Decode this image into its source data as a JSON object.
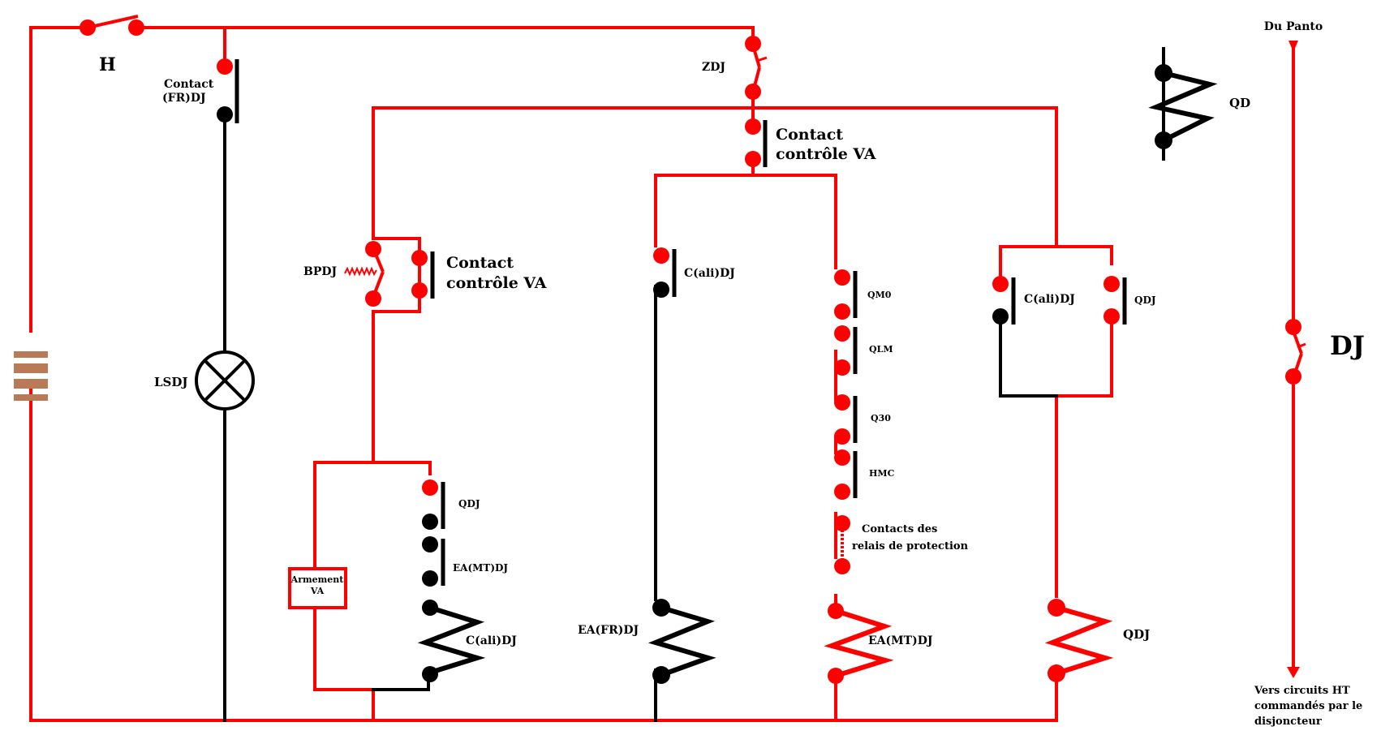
{
  "diagram": {
    "colors": {
      "live": "#ff0000",
      "neutral": "#000000",
      "battery": "#b97a57",
      "background": "#ffffff"
    },
    "labels": {
      "h": "H",
      "contact_fr_line1": "Contact",
      "contact_fr_line2": "(FR)DJ",
      "zdj": "ZDJ",
      "cva_top_line1": "Contact",
      "cva_top_line2": "contrôle VA",
      "qd": "QD",
      "du_panto": "Du Panto",
      "bpdj": "BPDJ",
      "cva_left_line1": "Contact",
      "cva_left_line2": "contrôle VA",
      "cali_mid": "C(ali)DJ",
      "qm0": "QM0",
      "qlm": "QLM",
      "q30": "Q30",
      "hmc": "HMC",
      "protection_line1": "Contacts des",
      "protection_line2": "relais de protection",
      "cali_right": "C(ali)DJ",
      "qdj_right_contact": "QDJ",
      "dj": "DJ",
      "lsdj": "LSDJ",
      "qdj_left": "QDJ",
      "eamt_left": "EA(MT)DJ",
      "armement_line1": "Armement",
      "armement_line2": "VA",
      "cali_coil": "C(ali)DJ",
      "eafr": "EA(FR)DJ",
      "eamt_coil": "EA(MT)DJ",
      "qdj_coil": "QDJ",
      "vers_line1": "Vers circuits HT",
      "vers_line2": "commandés par le",
      "vers_line3": "disjoncteur"
    }
  }
}
